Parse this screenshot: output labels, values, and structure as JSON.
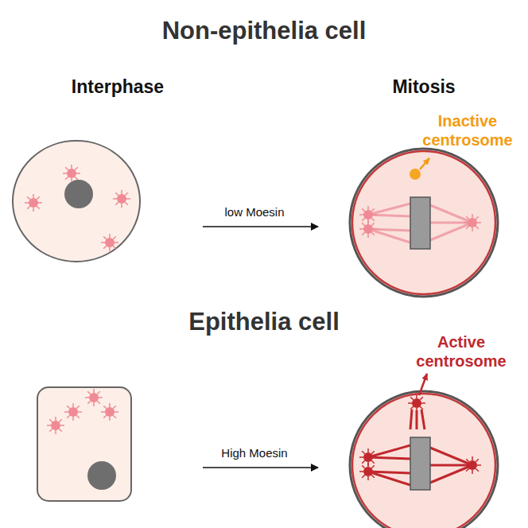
{
  "diagram": {
    "labels": [
      "Non-epithelia cell",
      "Interphase",
      "Mitosis",
      "Inactive centrosome",
      "low Moesin",
      "Epithelia cell",
      "High Moesin",
      "Active centrosome"
    ]
  }
}
